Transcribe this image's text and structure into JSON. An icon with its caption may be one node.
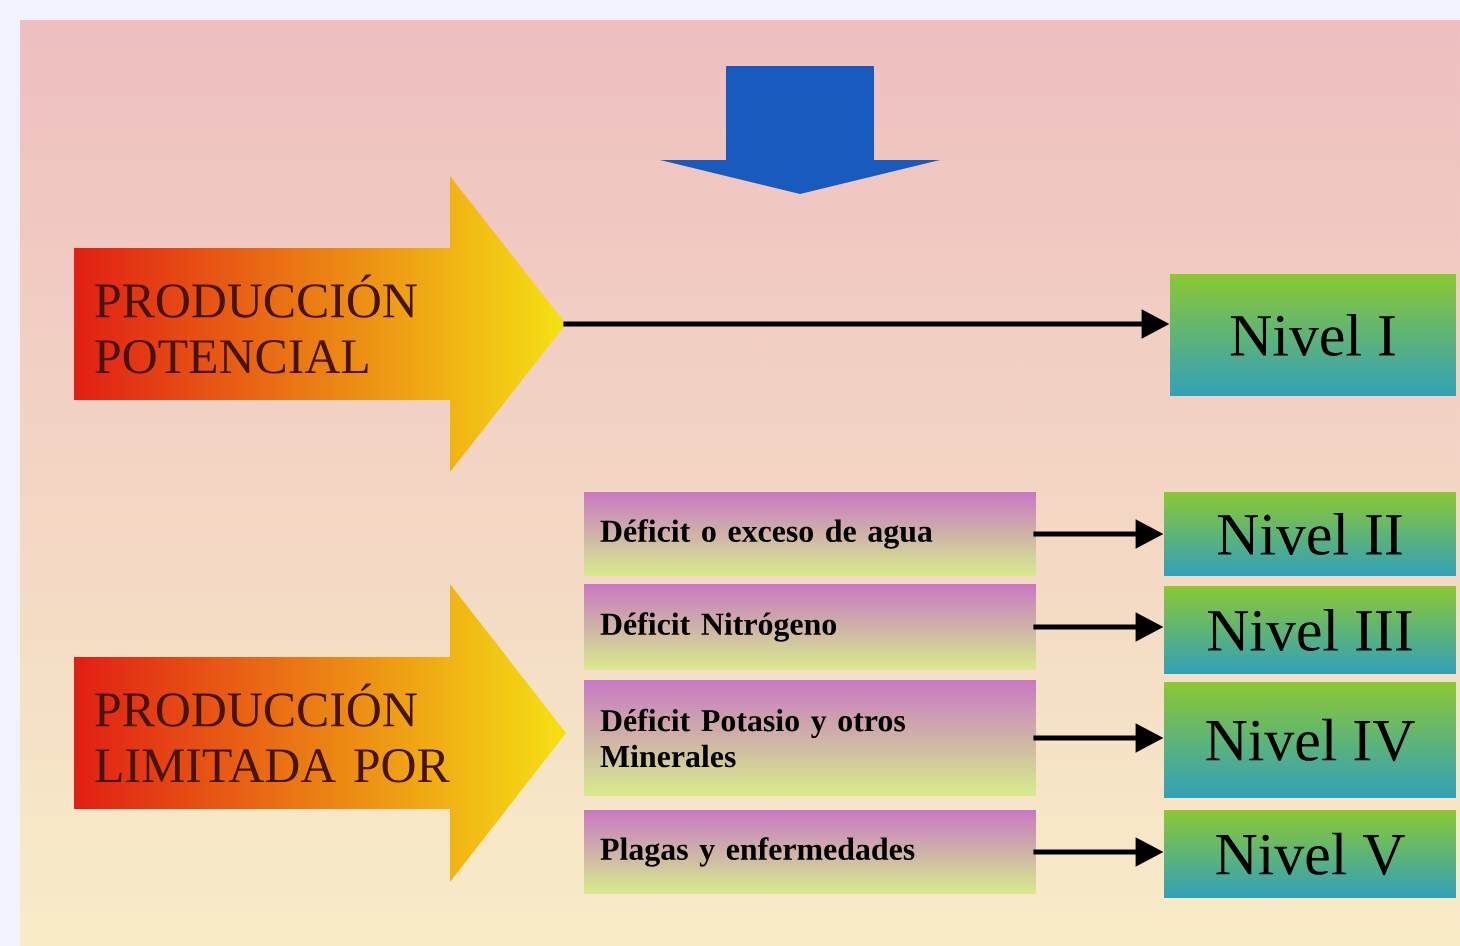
{
  "diagram": {
    "nodes": [
      {
        "text": [
          "PRODUCCIÓN POTENCIAL"
        ]
      },
      {
        "text": [
          "Nivel I"
        ]
      },
      {
        "text": [
          "PRODUCCIÓN LIMITADA POR"
        ]
      },
      {
        "text": [
          "Déficit o exceso de agua"
        ]
      },
      {
        "text": [
          "Nivel II"
        ]
      },
      {
        "text": [
          "Déficit Nitrógeno"
        ]
      },
      {
        "text": [
          "Nivel III"
        ]
      },
      {
        "text": [
          "Déficit Potasio y otros Minerales"
        ]
      },
      {
        "text": [
          "Nivel IV"
        ]
      },
      {
        "text": [
          "Plagas y enfermedades"
        ]
      },
      {
        "text": [
          "Nivel V"
        ]
      }
    ],
    "edges": [
      {
        "from": 0,
        "to": 1,
        "arrow": "to"
      },
      {
        "from": 3,
        "to": 4,
        "arrow": "to"
      },
      {
        "from": 5,
        "to": 6,
        "arrow": "to"
      },
      {
        "from": 7,
        "to": 8,
        "arrow": "to"
      },
      {
        "from": 9,
        "to": 10,
        "arrow": "to"
      }
    ]
  }
}
